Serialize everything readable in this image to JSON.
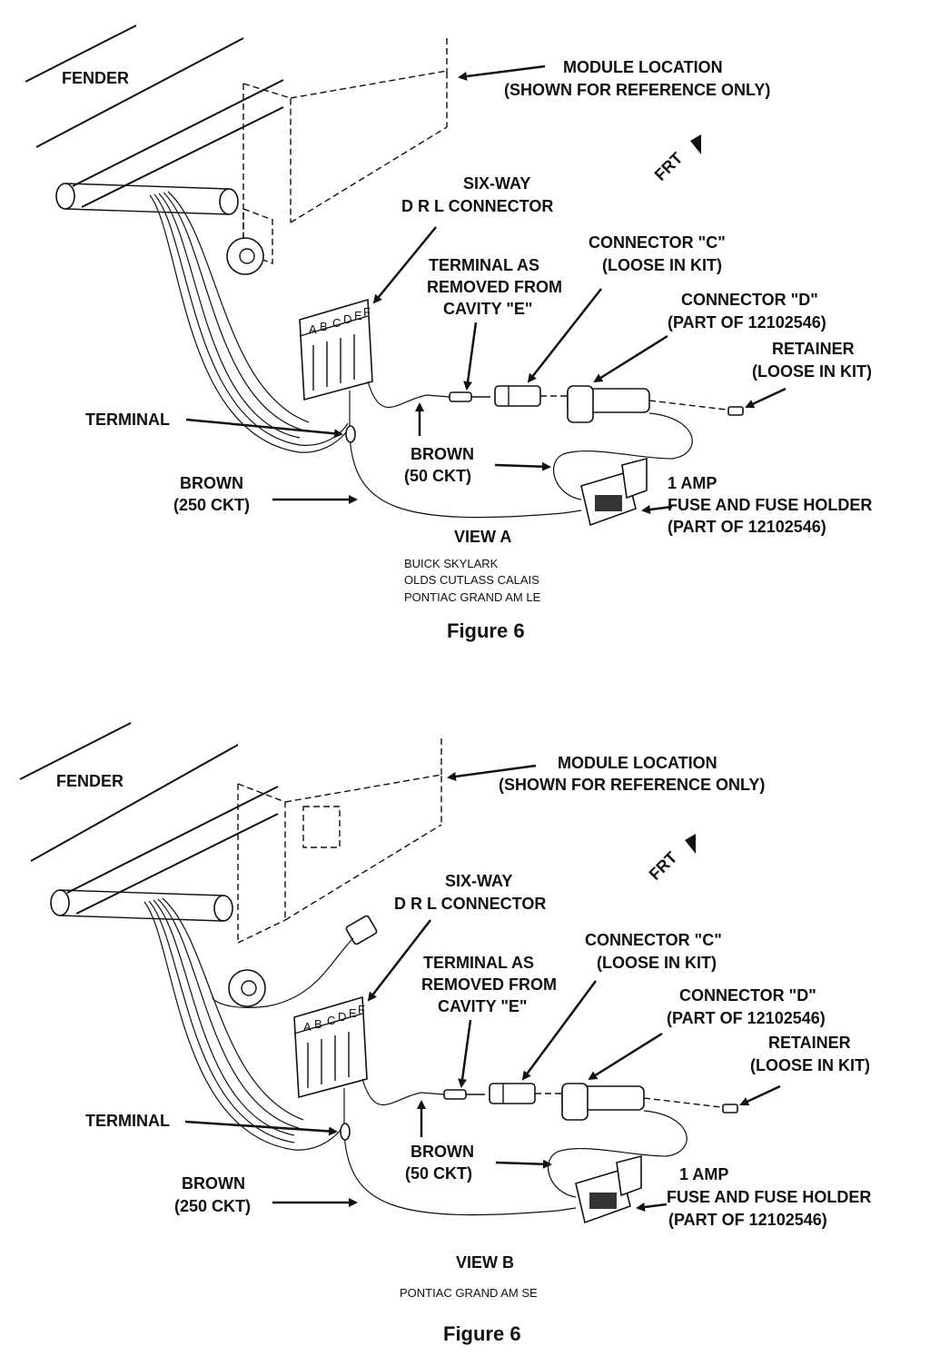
{
  "views": [
    {
      "fender": "FENDER",
      "module_location": [
        "MODULE LOCATION",
        "(SHOWN FOR REFERENCE ONLY)"
      ],
      "front": "FRT",
      "six_way": [
        "SIX-WAY",
        "D R L CONNECTOR"
      ],
      "terminal_removed": [
        "TERMINAL AS",
        "REMOVED FROM",
        "CAVITY \"E\""
      ],
      "connector_c": [
        "CONNECTOR \"C\"",
        "(LOOSE IN KIT)"
      ],
      "connector_d": [
        "CONNECTOR \"D\"",
        "(PART OF 12102546)"
      ],
      "retainer": [
        "RETAINER",
        "(LOOSE IN KIT)"
      ],
      "terminal": "TERMINAL",
      "brown_50": [
        "BROWN",
        "(50 CKT)"
      ],
      "brown_250": [
        "BROWN",
        "(250 CKT)"
      ],
      "fuse": [
        "1 AMP",
        "FUSE AND FUSE HOLDER",
        "(PART OF 12102546)"
      ],
      "view_title": "VIEW A",
      "models": [
        "BUICK SKYLARK",
        "OLDS CUTLASS CALAIS",
        "PONTIAC GRAND AM LE"
      ],
      "figure": "Figure 6",
      "cavity_letters": [
        "A",
        "B",
        "C",
        "D",
        "E",
        "F"
      ]
    },
    {
      "fender": "FENDER",
      "module_location": [
        "MODULE LOCATION",
        "(SHOWN FOR REFERENCE ONLY)"
      ],
      "front": "FRT",
      "six_way": [
        "SIX-WAY",
        "D R L CONNECTOR"
      ],
      "terminal_removed": [
        "TERMINAL AS",
        "REMOVED FROM",
        "CAVITY \"E\""
      ],
      "connector_c": [
        "CONNECTOR \"C\"",
        "(LOOSE IN KIT)"
      ],
      "connector_d": [
        "CONNECTOR \"D\"",
        "(PART OF 12102546)"
      ],
      "retainer": [
        "RETAINER",
        "(LOOSE IN KIT)"
      ],
      "terminal": "TERMINAL",
      "brown_50": [
        "BROWN",
        "(50 CKT)"
      ],
      "brown_250": [
        "BROWN",
        "(250 CKT)"
      ],
      "fuse": [
        "1 AMP",
        "FUSE AND FUSE HOLDER",
        "(PART OF 12102546)"
      ],
      "view_title": "VIEW B",
      "models": [
        "PONTIAC GRAND AM SE"
      ],
      "figure": "Figure 6",
      "cavity_letters": [
        "A",
        "B",
        "C",
        "D",
        "E",
        "F"
      ]
    }
  ]
}
